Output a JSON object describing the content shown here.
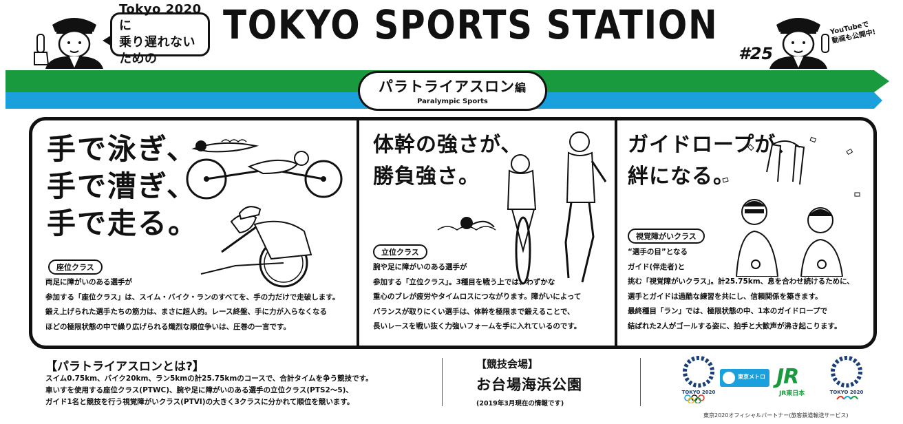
{
  "header": {
    "speech_line1": "Tokyo 2020に",
    "speech_line2": "乗り遅れないための",
    "title": "TOKYO SPORTS STATION",
    "issue": "#25",
    "youtube_line1": "YouTubeで",
    "youtube_line2": "動画も公開中!"
  },
  "ribbon": {
    "title": "パラトライアスロン",
    "suffix": "編",
    "subtitle": "Paralympic Sports"
  },
  "colors": {
    "green": "#1a9a3e",
    "cyan": "#1aa0dc",
    "ink": "#111111"
  },
  "panels": [
    {
      "catch_lines": [
        "手で泳ぎ、",
        "手で漕ぎ、",
        "手で走る。"
      ],
      "tag": "座位クラス",
      "body": [
        "両足に障がいのある選手が",
        "参加する「座位クラス」は、スイム・バイク・ランのすべてを、手の力だけで走破します。",
        "鍛え上げられた選手たちの筋力は、まさに超人的。レース終盤、手に力が入らなくなる",
        "ほどの極限状態の中で繰り広げられる熾烈な順位争いは、圧巻の一言です。"
      ]
    },
    {
      "catch_lines": [
        "体幹の強さが、",
        "勝負強さ。"
      ],
      "tag": "立位クラス",
      "body": [
        "腕や足に障がいのある選手が",
        "参加する「立位クラス」。3種目を戦う上では、わずかな",
        "重心のブレが疲労やタイムロスにつながります。障がいによって",
        "バランスが取りにくい選手は、体幹を極限まで鍛えることで、",
        "長いレースを戦い抜く力強いフォームを手に入れているのです。"
      ]
    },
    {
      "catch_lines": [
        "ガイドロープが、",
        "絆になる。"
      ],
      "tag": "視覚障がいクラス",
      "body": [
        "“選手の目”となる",
        "ガイド(伴走者)と",
        "挑む「視覚障がいクラス」。計25.75km、息を合わせ続けるために、",
        "選手とガイドは過酷な練習を共にし、信頼関係を築きます。",
        "最終種目「ラン」では、極限状態の中、1本のガイドロープで",
        "結ばれた2人がゴールする姿に、拍手と大歓声が沸き起こります。"
      ]
    }
  ],
  "footer": {
    "about_title": "【パラトライアスロンとは?】",
    "about_lines": [
      "スイム0.75km、バイク20km、ラン5kmの計25.75kmのコースで、合計タイムを争う競技です。",
      "車いすを使用する座位クラス(PTWC)、腕や足に障がいのある選手の立位クラス(PTS2〜5)、",
      "ガイド1名と競技を行う視覚障がいクラス(PTVI)の大きく3クラスに分かれて順位を競います。"
    ],
    "venue_heading": "【競技会場】",
    "venue": "お台場海浜公園",
    "venue_note": "(2019年3月現在の情報です)",
    "logo_tokyo2020": "TOKYO 2020",
    "logo_metro": "東京メトロ",
    "logo_jr": "JR東日本",
    "logo_para": "TOKYO 2020",
    "partner_note": "東京2020オフィシャルパートナー(旅客鉄道輸送サービス)"
  }
}
